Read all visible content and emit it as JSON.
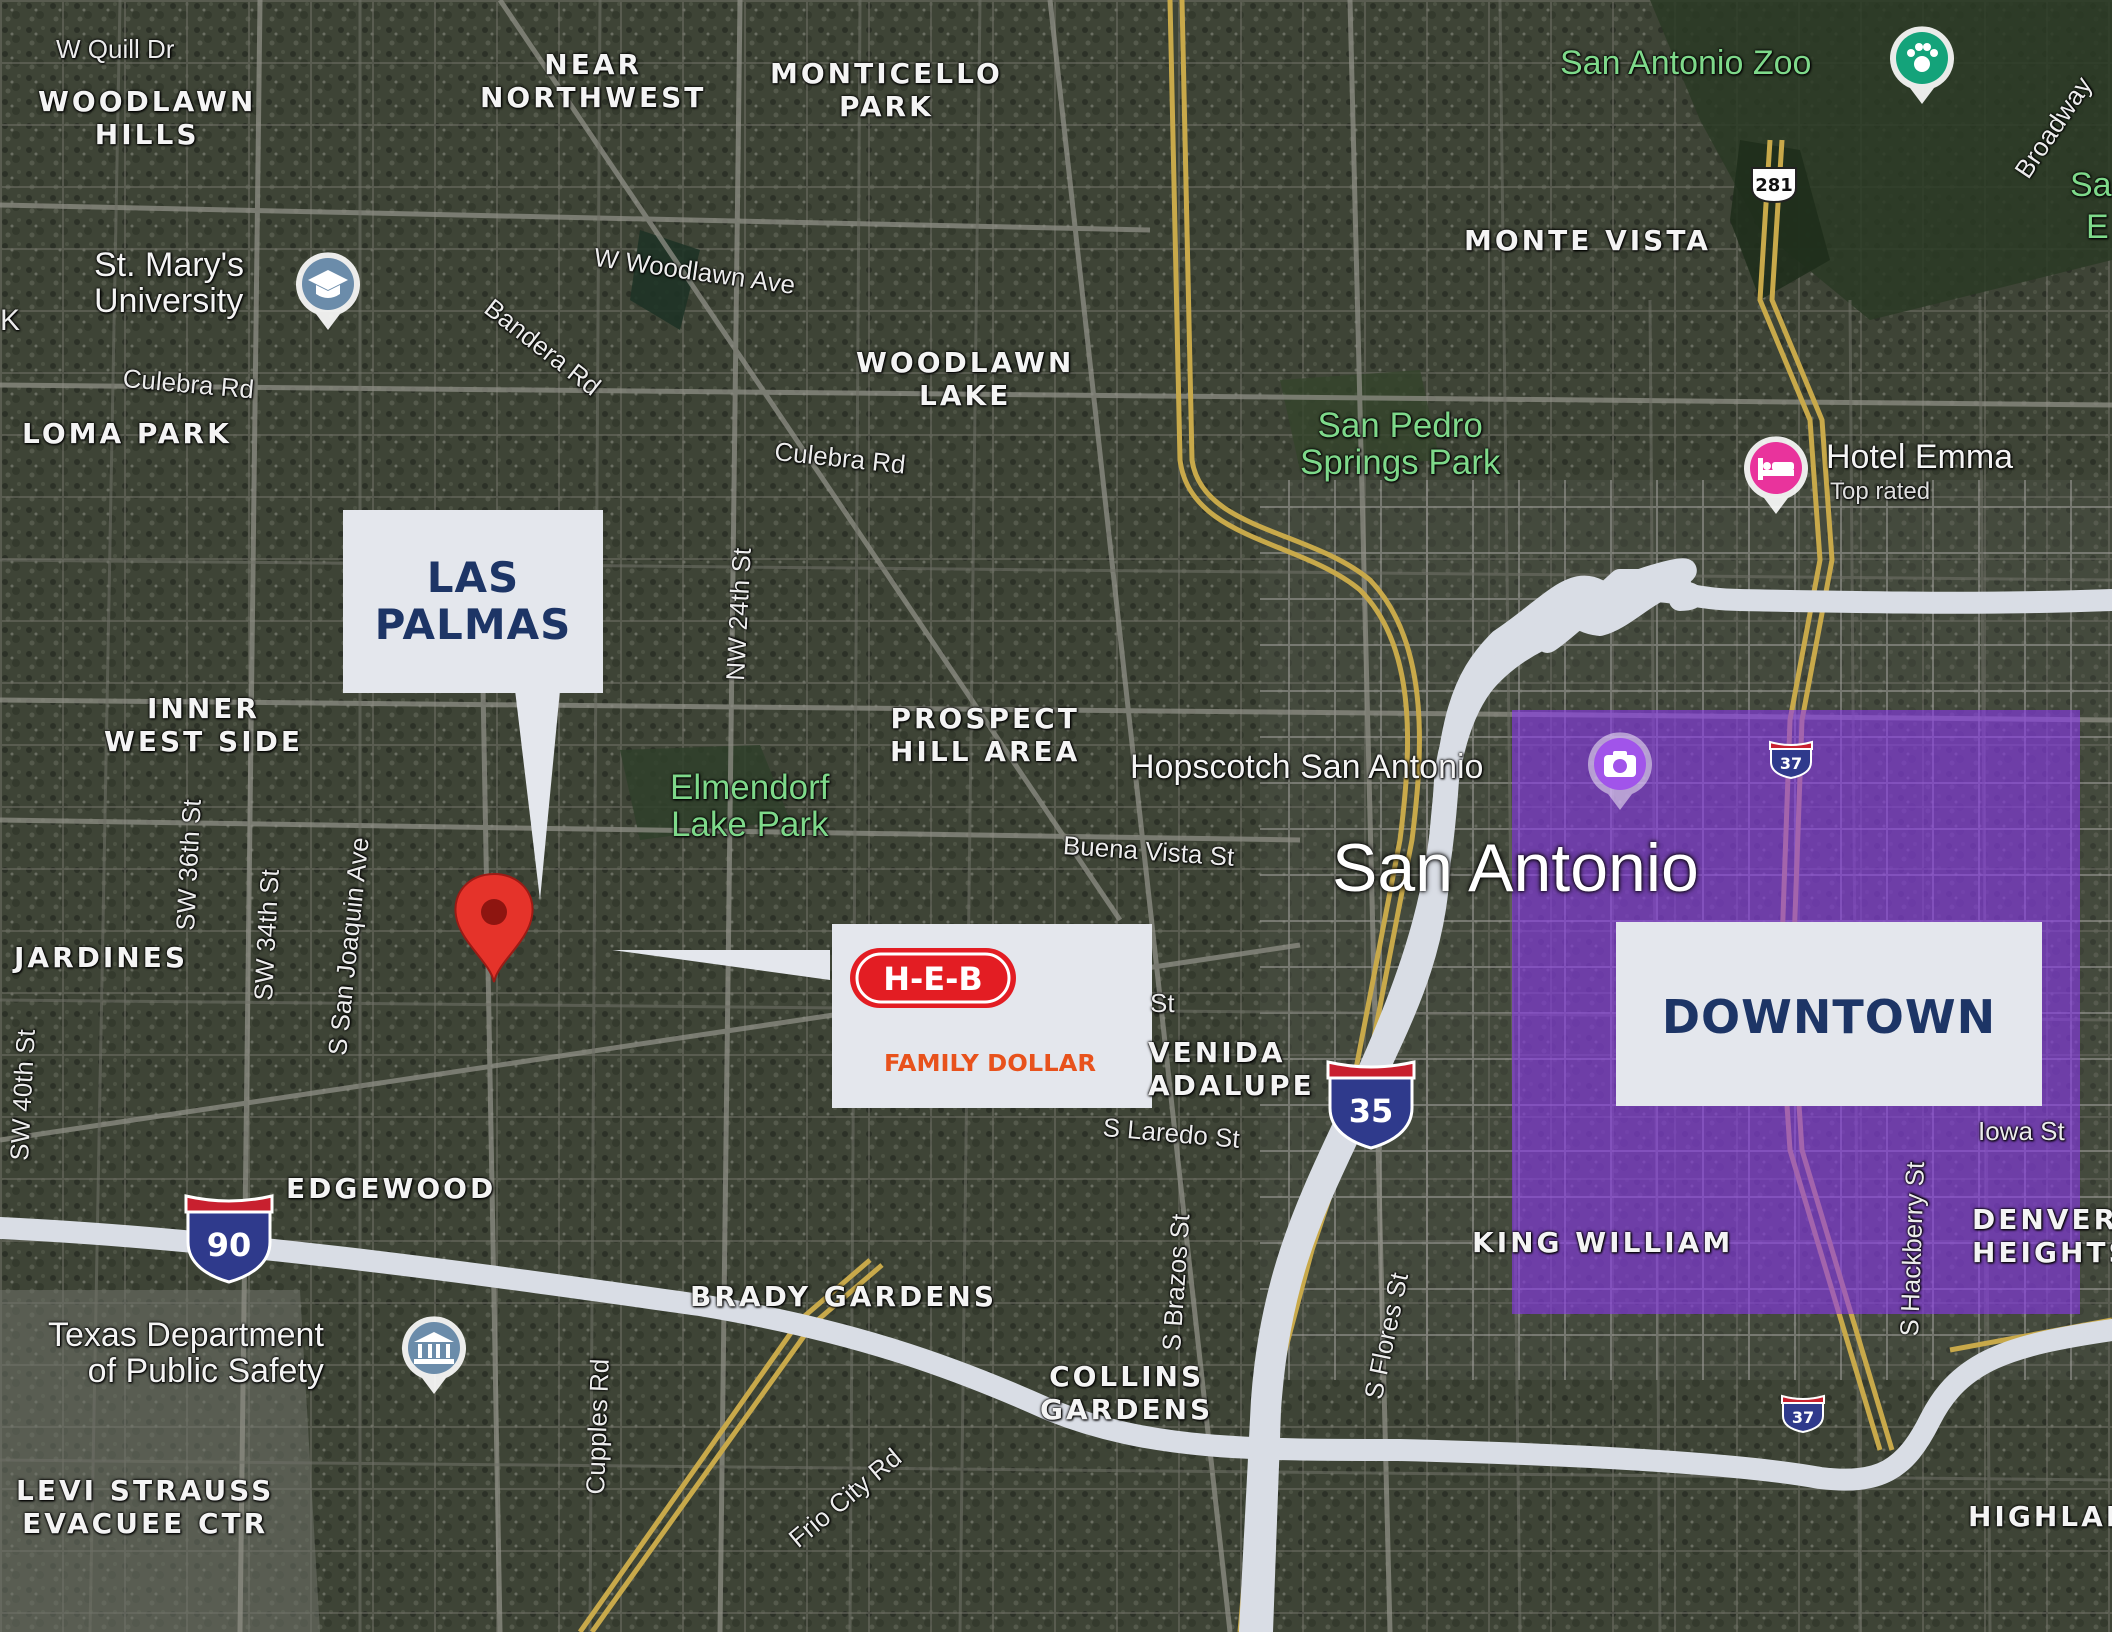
{
  "callouts": {
    "las_palmas": "LAS\nPALMAS",
    "downtown": "DOWNTOWN",
    "heb_logo": "H-E-B",
    "family_dollar_logo": "FAMILY DOLLAR"
  },
  "neighborhoods": {
    "woodlawn_hills": "WOODLAWN\nHILLS",
    "near_northwest": "NEAR\nNORTHWEST",
    "monticello_park": "MONTICELLO\nPARK",
    "monte_vista": "MONTE VISTA",
    "woodlawn_lake": "WOODLAWN\nLAKE",
    "loma_park": "LOMA PARK",
    "inner_west_side": "INNER\nWEST SIDE",
    "prospect_hill": "PROSPECT\nHILL AREA",
    "jardines": "JARDINES",
    "avenida_guadalupe": "VENIDA\nADALUPE",
    "edgewood": "EDGEWOOD",
    "brady_gardens": "BRADY GARDENS",
    "collins_gardens": "COLLINS\nGARDENS",
    "king_william": "KING WILLIAM",
    "denver_heights": "DENVER\nHEIGHTS",
    "levi_strauss": "LEVI STRAUSS\nEVACUEE CTR",
    "highland": "HIGHLAI"
  },
  "streets": {
    "w_quill": "W Quill Dr",
    "bandera": "Bandera Rd",
    "w_woodlawn": "W Woodlawn Ave",
    "culebra_w": "Culebra Rd",
    "culebra_e": "Culebra Rd",
    "nw_24th": "NW 24th St",
    "sw_36th": "SW 36th St",
    "sw_34th": "SW 34th St",
    "san_joaquin": "S San Joaquin Ave",
    "sw_40th": "SW 40th St",
    "buena_vista": "Buena Vista St",
    "laredo": "S Laredo St",
    "brazos": "S Brazos St",
    "flores": "S Flores St",
    "cupples": "Cupples Rd",
    "frio_city": "Frio City Rd",
    "hackberry": "S Hackberry St",
    "iowa": "Iowa St",
    "broadway": "Broadway",
    "st_fragment": "St",
    "k_fragment": "K"
  },
  "pois": {
    "zoo": "San Antonio Zoo",
    "st_marys": "St. Mary's\nUniversity",
    "san_pedro": "San Pedro\nSprings Park",
    "hotel_emma": "Hotel Emma",
    "hotel_emma_sub": "Top rated",
    "hopscotch": "Hopscotch San Antonio",
    "elmendorf": "Elmendorf\nLake Park",
    "txdps": "Texas Department\nof Public Safety",
    "city": "San Antonio",
    "sa_fragment": "Sa",
    "e_fragment": "E"
  },
  "shields": {
    "i90": "90",
    "i35": "35",
    "us281": "281",
    "i37": "37"
  },
  "colors": {
    "callout_bg": "#e4e7ed",
    "callout_text": "#1d3566",
    "highway_overlay": "#d9dde5",
    "downtown_overlay": "#8a37ee",
    "pin_red": "#e5332a",
    "arterial_gold": "#c8a94a",
    "park_green": "#7ed98a",
    "heb_red": "#e31d23",
    "family_dollar_orange": "#e8521c",
    "interstate_blue": "#2f3a8c",
    "interstate_red": "#c8202f"
  },
  "icons": [
    "zoo-icon",
    "graduation-cap-icon",
    "hotel-icon",
    "camera-icon",
    "government-building-icon",
    "map-pin-icon"
  ]
}
